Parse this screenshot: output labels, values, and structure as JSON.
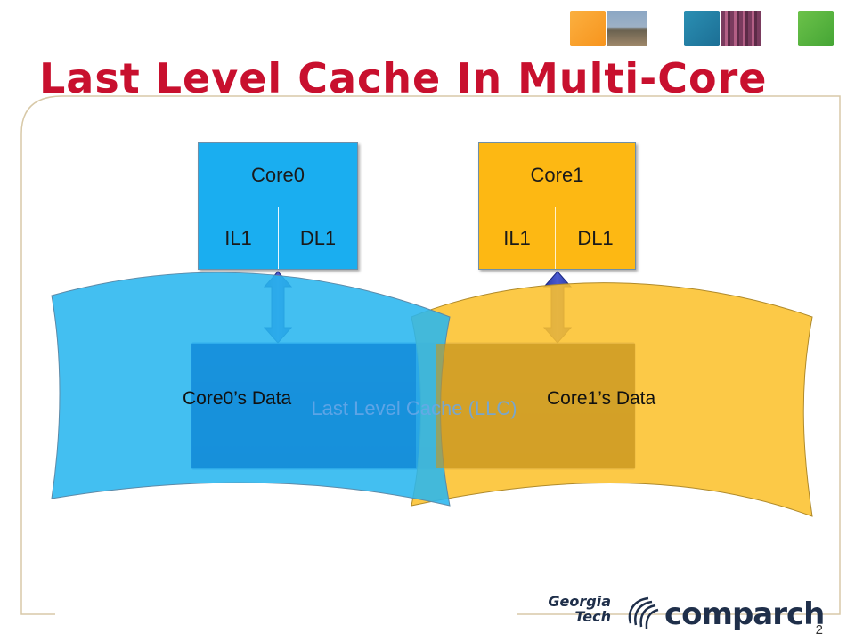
{
  "slide": {
    "title": "Last Level Cache In Multi-Core",
    "page_number": "2"
  },
  "cores": [
    {
      "name": "Core0",
      "il1": "IL1",
      "dl1": "DL1",
      "color": "#1aaef0"
    },
    {
      "name": "Core1",
      "il1": "IL1",
      "dl1": "DL1",
      "color": "#fdb813"
    }
  ],
  "llc": {
    "label": "Last Level Cache (LLC)",
    "color": "#2b3aa6"
  },
  "data_regions": [
    {
      "label": "Core0’s Data",
      "color": "#29b6ef"
    },
    {
      "label": "Core1’s Data",
      "color": "#fcc22e"
    }
  ],
  "footer": {
    "georgia_tech": [
      "Georgia",
      "Tech"
    ],
    "comparch": "comparch"
  },
  "colors": {
    "title": "#c8102e",
    "frame": "#d8c9a8",
    "arrow": "#2b3aa6"
  }
}
